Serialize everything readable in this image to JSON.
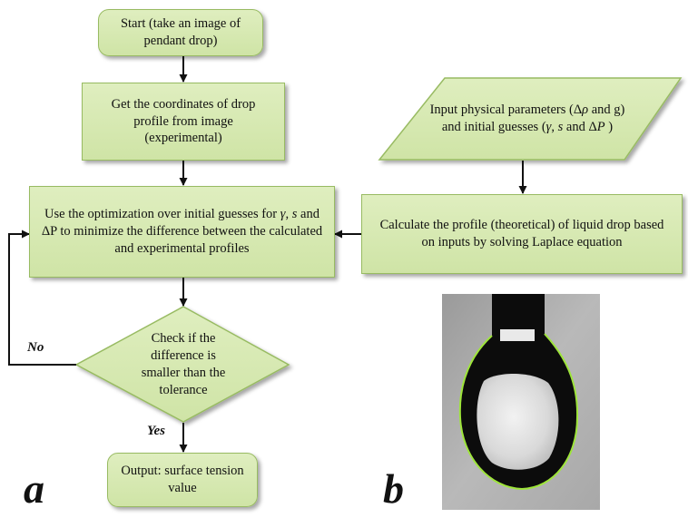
{
  "nodes": {
    "start": {
      "text": "Start (take an image of pendant drop)"
    },
    "get_coords": {
      "text": "Get the coordinates of drop profile from image (experimental)"
    },
    "optimize": {
      "p1": "Use the optimization over initial guesses for ",
      "gamma": "γ",
      "p2": ", ",
      "s": "s",
      "p3": " and ΔP to minimize the difference between the calculated and experimental profiles"
    },
    "decision": {
      "text": "Check if the difference is smaller than the tolerance"
    },
    "output": {
      "text": "Output: surface tension value"
    },
    "input_params": {
      "p1": "Input physical parameters (Δ",
      "rho": "ρ",
      "p2": " and g) and initial guesses (",
      "gamma": "γ",
      "p3": ", ",
      "s": "s",
      "p4": " and Δ",
      "P": "P",
      "p5": " )"
    },
    "calculate": {
      "text": "Calculate the profile (theoretical) of liquid drop based on inputs by solving Laplace equation"
    }
  },
  "edge_labels": {
    "no": "No",
    "yes": "Yes"
  },
  "panel_labels": {
    "a": "a",
    "b": "b"
  },
  "colors": {
    "box_fill_top": "#dfeebf",
    "box_fill_bottom": "#cfe4a6",
    "box_border": "#98bb62",
    "drop_outline": "#9ee53a",
    "arrow": "#111111"
  }
}
